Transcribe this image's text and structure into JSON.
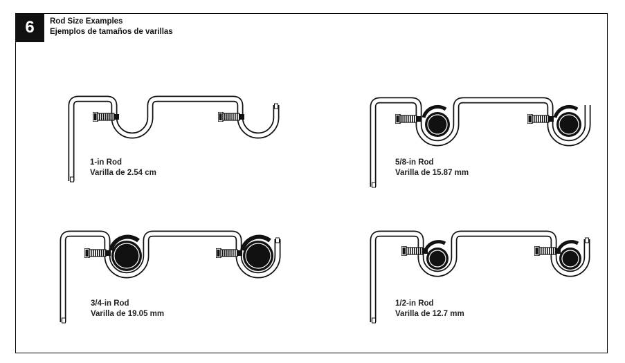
{
  "step": {
    "number": "6"
  },
  "title": {
    "en": "Rod Size Examples",
    "es": "Ejemplos de tamaños de varillas"
  },
  "examples": [
    {
      "id": "1in",
      "label_en": "1-in Rod",
      "label_es": "Varilla de 2.54 cm",
      "rod_holder": "empty"
    },
    {
      "id": "5-8in",
      "label_en": "5/8-in Rod",
      "label_es": "Varilla de 15.87 mm",
      "rod_holder": "rod-with-clip"
    },
    {
      "id": "3-4in",
      "label_en": "3/4-in Rod",
      "label_es": "Varilla de 19.05 mm",
      "rod_holder": "rod-with-clip"
    },
    {
      "id": "1-2in",
      "label_en": "1/2-in Rod",
      "label_es": "Varilla de 12.7 mm",
      "rod_holder": "rod-with-clip"
    }
  ],
  "colors": {
    "ink": "#111111",
    "paper": "#ffffff"
  }
}
